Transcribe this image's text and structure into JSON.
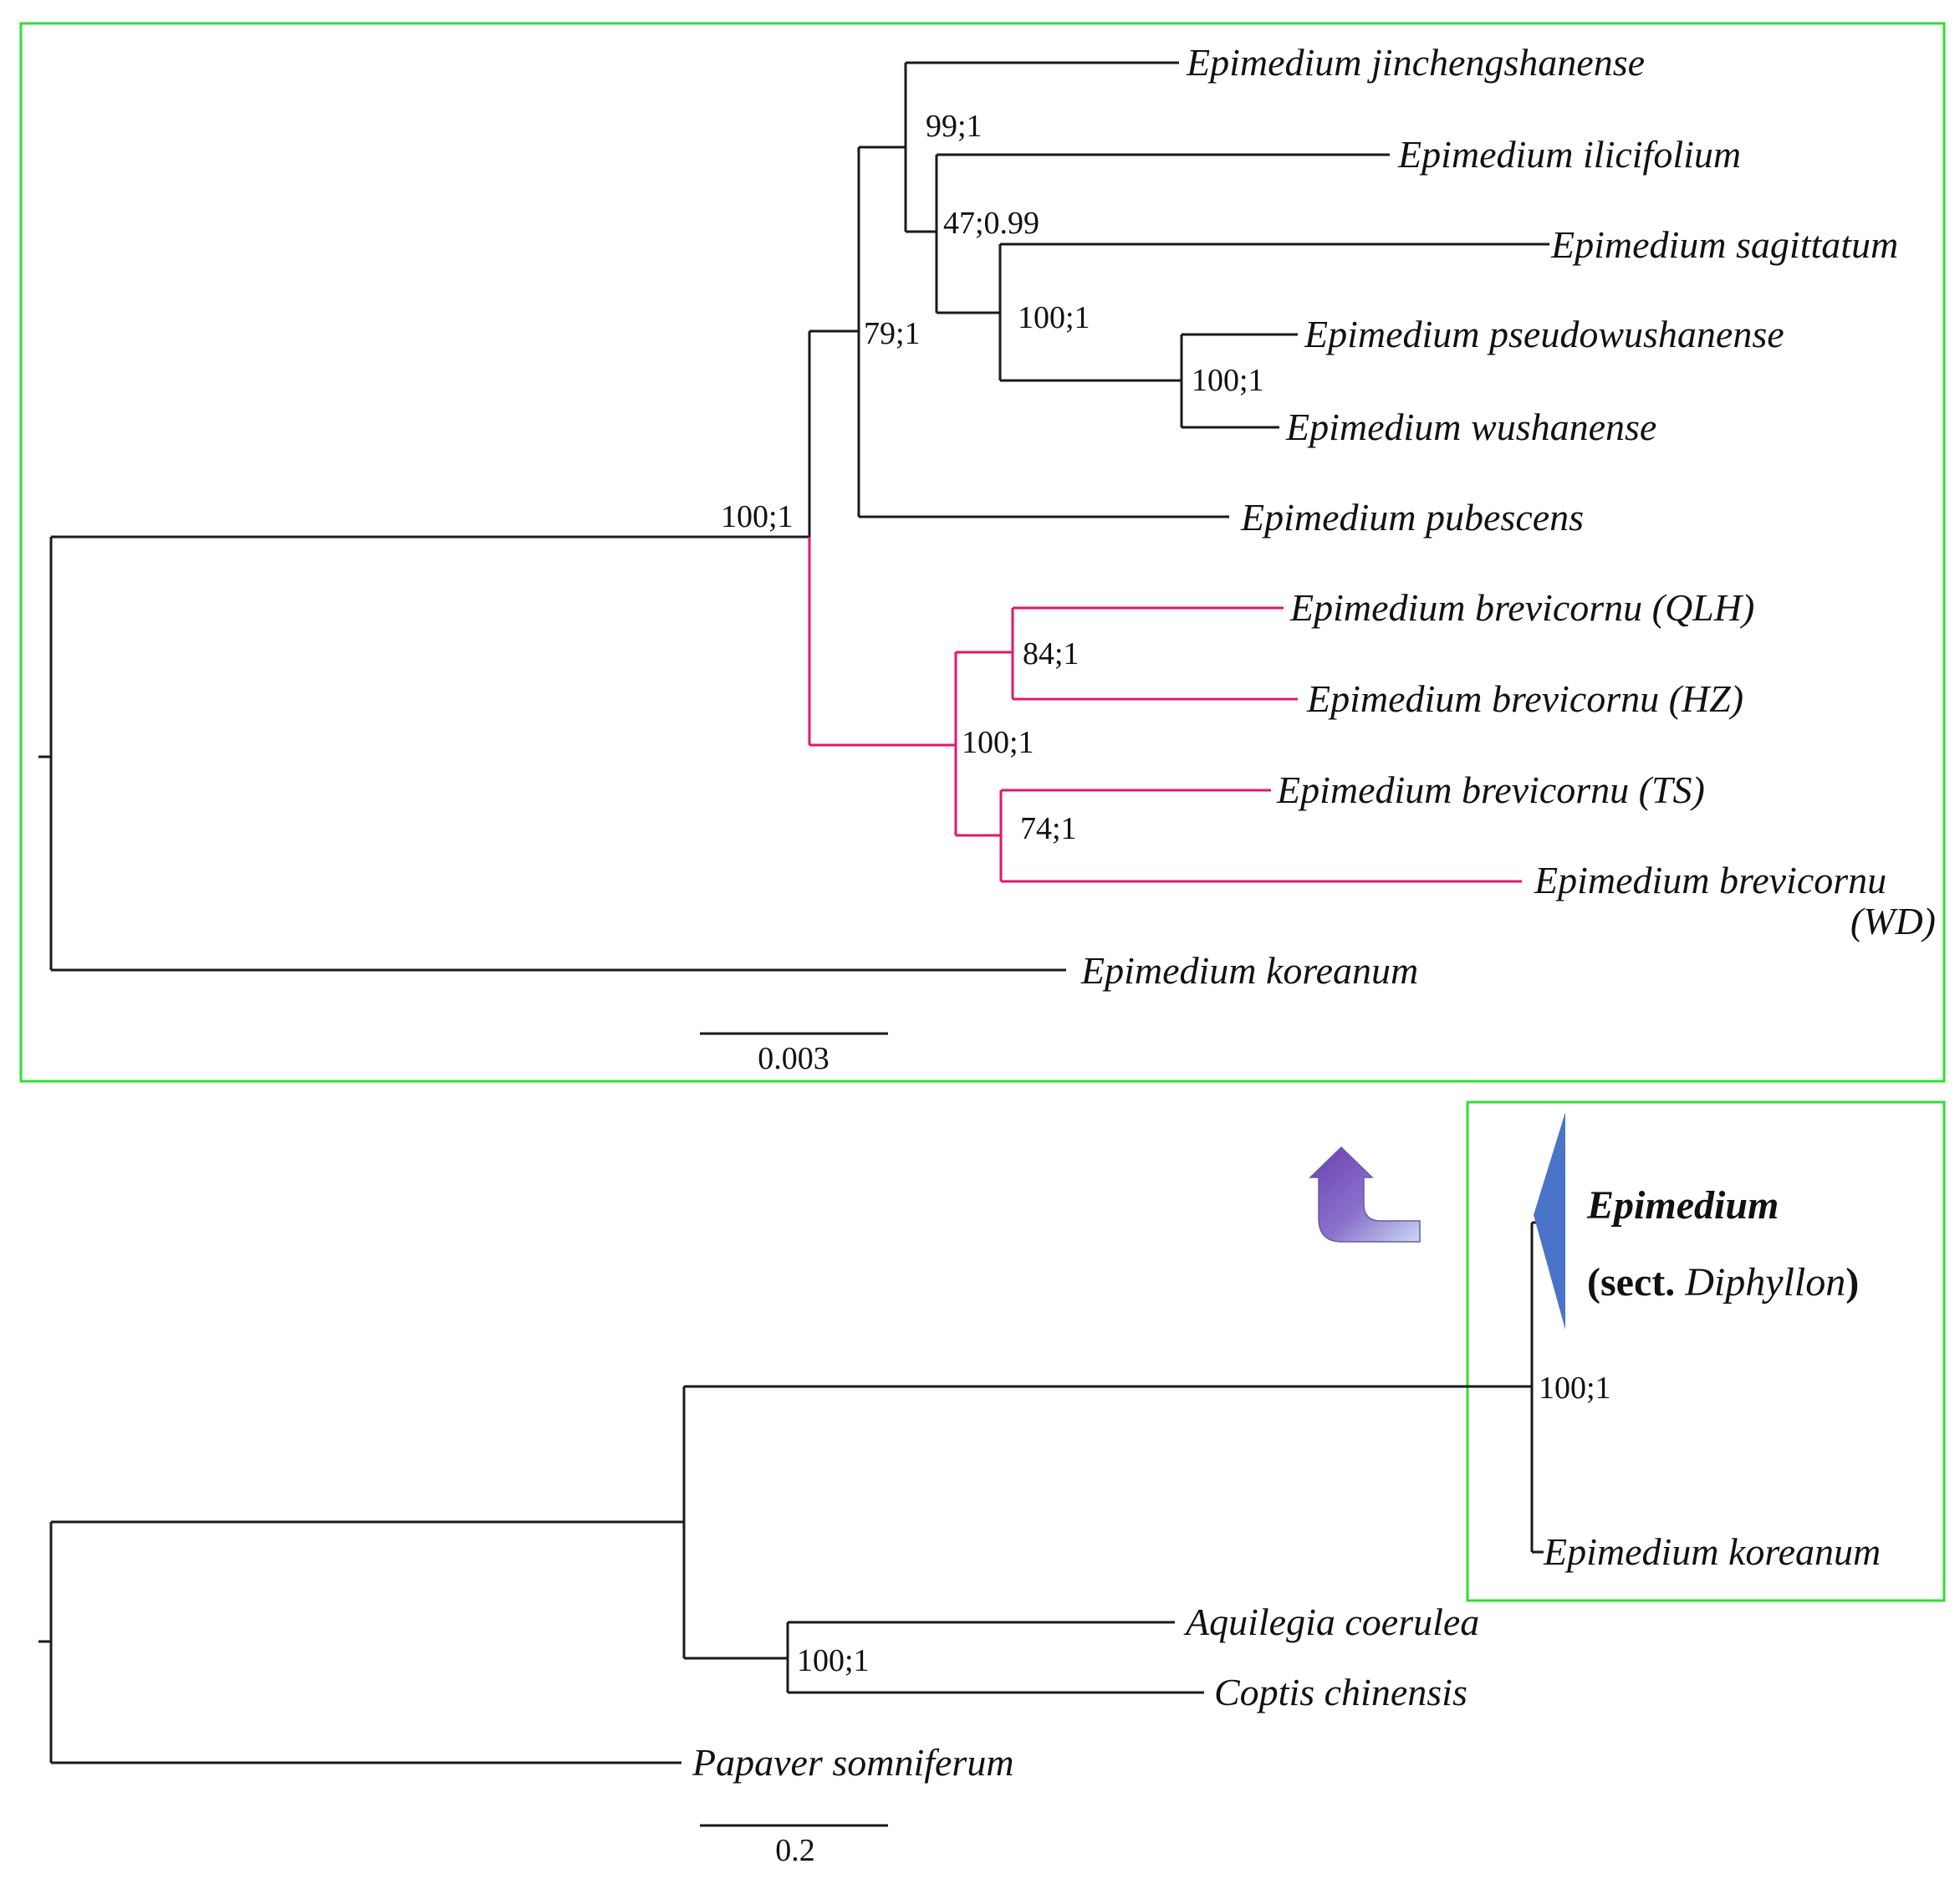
{
  "colors": {
    "branch": "#1a1a1a",
    "highlight_branch": "#e0186c",
    "frame": "#33dd33",
    "collapsed_clade": "#4a74c9",
    "arrow": "#7a5cc0"
  },
  "top_tree": {
    "taxa": {
      "jinchengshanense": "Epimedium jinchengshanense",
      "ilicifolium": "Epimedium ilicifolium",
      "sagittatum": "Epimedium sagittatum",
      "pseudowushanense": "Epimedium pseudowushanense",
      "wushanense": "Epimedium wushanense",
      "pubescens": "Epimedium pubescens",
      "brevicornu_qlh": "Epimedium brevicornu (QLH)",
      "brevicornu_hz": "Epimedium brevicornu (HZ)",
      "brevicornu_ts": "Epimedium brevicornu (TS)",
      "brevicornu_wd_line1": "Epimedium brevicornu",
      "brevicornu_wd_line2": "(WD)",
      "koreanum": "Epimedium koreanum"
    },
    "supports": {
      "n_99": "99;1",
      "n_47": "47;0.99",
      "n_100_sag": "100;1",
      "n_100_wus": "100;1",
      "n_79": "79;1",
      "n_100_root": "100;1",
      "n_84": "84;1",
      "n_100_brev": "100;1",
      "n_74": "74;1"
    },
    "scale_bar": "0.003"
  },
  "bottom_tree": {
    "collapsed_clade": {
      "name": "Epimedium",
      "section_prefix": "(sect. ",
      "section_name": "Diphyllon",
      "section_suffix": ")"
    },
    "taxa": {
      "koreanum": "Epimedium koreanum",
      "aquilegia": "Aquilegia coerulea",
      "coptis": "Coptis chinensis",
      "papaver": "Papaver somniferum"
    },
    "supports": {
      "n_epimedium": "100;1",
      "n_ranunc": "100;1"
    },
    "scale_bar": "0.2"
  }
}
